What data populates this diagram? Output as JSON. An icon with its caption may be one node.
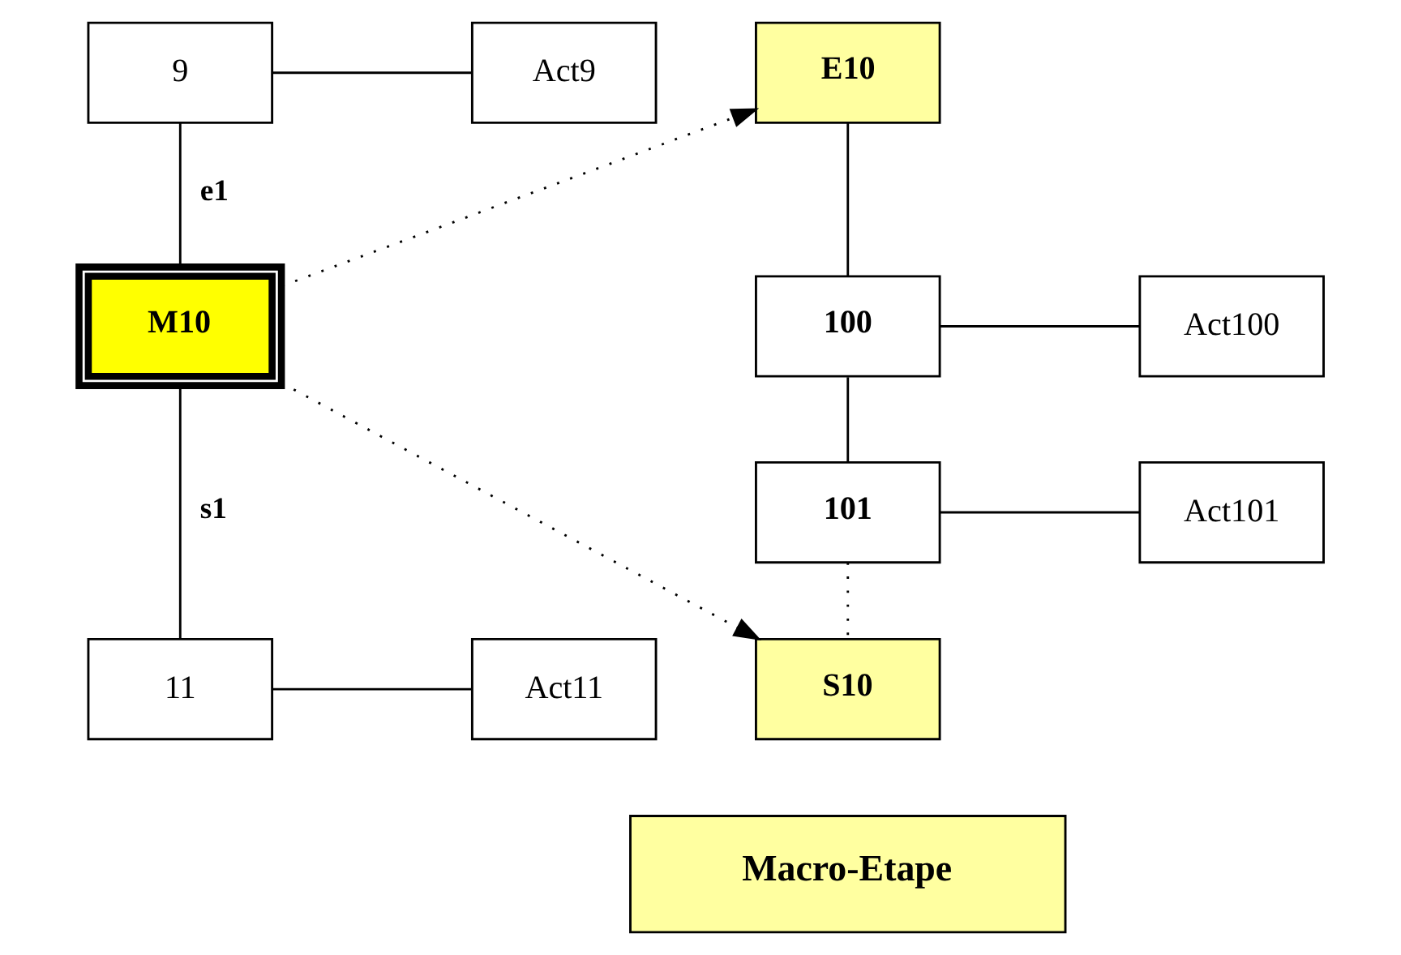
{
  "diagram": {
    "nodes": [
      {
        "text": [
          "9"
        ]
      },
      {
        "text": [
          "Act9"
        ]
      },
      {
        "text": [
          "M10"
        ]
      },
      {
        "text": [
          "11"
        ]
      },
      {
        "text": [
          "Act11"
        ]
      },
      {
        "text": [
          "E10"
        ]
      },
      {
        "text": [
          "100"
        ]
      },
      {
        "text": [
          "Act100"
        ]
      },
      {
        "text": [
          "101"
        ]
      },
      {
        "text": [
          "Act101"
        ]
      },
      {
        "text": [
          "S10"
        ]
      },
      {
        "text": [
          "Macro-Etape"
        ]
      }
    ],
    "edges": [
      {
        "from": 0,
        "to": 1,
        "arrow": "none"
      },
      {
        "from": 0,
        "to": 2,
        "arrow": "none",
        "label": "e1"
      },
      {
        "from": 2,
        "to": 3,
        "arrow": "none",
        "label": "s1"
      },
      {
        "from": 3,
        "to": 4,
        "arrow": "none"
      },
      {
        "from": 2,
        "to": 5,
        "arrow": "to",
        "style": "dashed"
      },
      {
        "from": 2,
        "to": 10,
        "arrow": "to",
        "style": "dashed"
      },
      {
        "from": 5,
        "to": 6,
        "arrow": "none"
      },
      {
        "from": 6,
        "to": 7,
        "arrow": "none"
      },
      {
        "from": 6,
        "to": 8,
        "arrow": "none"
      },
      {
        "from": 8,
        "to": 9,
        "arrow": "none"
      },
      {
        "from": 8,
        "to": 10,
        "arrow": "none",
        "style": "dashed"
      }
    ]
  }
}
